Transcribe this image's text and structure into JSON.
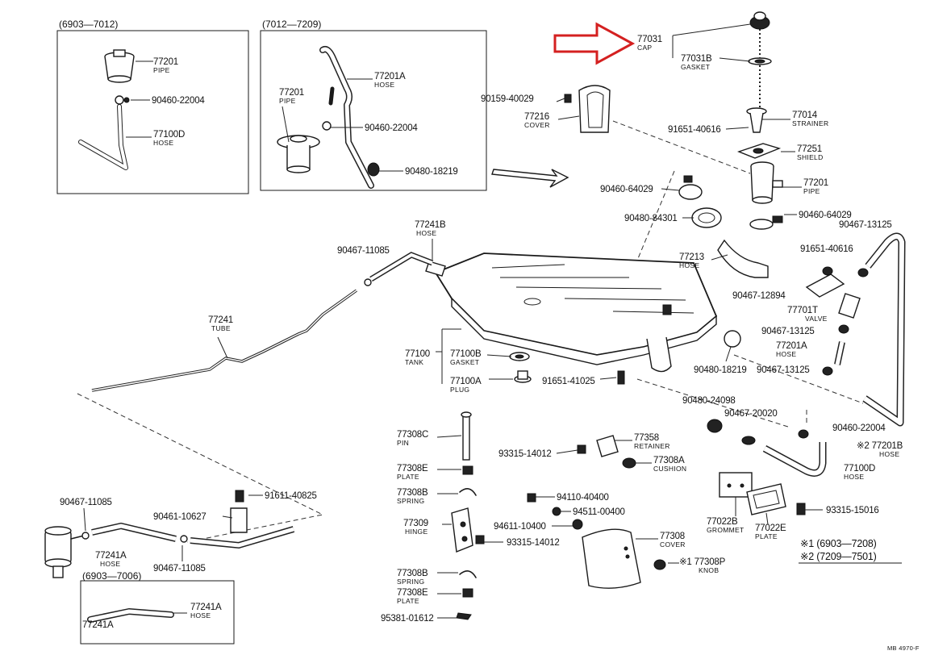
{
  "frames": {
    "box1": "(6903—7012)",
    "box2": "(7012—7209)",
    "box3": "(6903—7006)"
  },
  "labels": {
    "l77031": "77031",
    "s77031": "CAP",
    "l77031b": "77031B",
    "s77031b": "GASKET",
    "l77014": "77014",
    "s77014": "STRAINER",
    "l91651a": "91651-40616",
    "l77251": "77251",
    "s77251": "SHIELD",
    "l77201r": "77201",
    "s77201r": "PIPE",
    "l90159": "90159-40029",
    "l77216": "77216",
    "s77216": "COVER",
    "l77201b1": "77201",
    "s77201b1": "PIPE",
    "l90460b1": "90460-22004",
    "l77100db1": "77100D",
    "s77100db1": "HOSE",
    "l77201b2": "77201",
    "s77201b2": "PIPE",
    "l77201ab2": "77201A",
    "s77201ab2": "HOSE",
    "l90460b2": "90460-22004",
    "l90480b2": "90480-18219",
    "l90460c": "90460-64029",
    "l90480c": "90480-84301",
    "l90460d": "90460-64029",
    "l90467a": "90467-13125",
    "l91651b": "91651-40616",
    "l77213": "77213",
    "s77213": "HOSE",
    "l90467b": "90467-12894",
    "l77701t": "77701T",
    "s77701t": "VALVE",
    "l90467c": "90467-13125",
    "l77201ar": "77201A",
    "s77201ar": "HOSE",
    "l90467d": "90467-13125",
    "l77241b": "77241B",
    "s77241b": "HOSE",
    "l90467e": "90467-11085",
    "l77241": "77241",
    "s77241": "TUBE",
    "l77100": "77100",
    "s77100": "TANK",
    "l77100b": "77100B",
    "s77100b": "GASKET",
    "l77100a": "77100A",
    "s77100a": "PLUG",
    "l91651c": "91651-41025",
    "l90480d": "90480-18219",
    "l90480e": "90480-24098",
    "l90467f": "90467-20020",
    "l90460e": "90460-22004",
    "l77201bx": "※2 77201B",
    "s77201bx": "HOSE",
    "l77100dr": "77100D",
    "s77100dr": "HOSE",
    "l77308c": "77308C",
    "s77308c": "PIN",
    "l77358": "77358",
    "s77358": "RETAINER",
    "l93315a": "93315-14012",
    "l77308a": "77308A",
    "s77308a": "CUSHION",
    "l77308e1": "77308E",
    "s77308e1": "PLATE",
    "l77308b1": "77308B",
    "s77308b1": "SPRING",
    "l94110": "94110-40400",
    "l94511": "94511-00400",
    "l94611": "94611-10400",
    "l77309": "77309",
    "s77309": "HINGE",
    "l93315b": "93315-14012",
    "l77308": "77308",
    "s77308": "COVER",
    "l77308p": "※1 77308P",
    "s77308p": "KNOB",
    "l77308b2": "77308B",
    "s77308b2": "SPRING",
    "l77308e2": "77308E",
    "s77308e2": "PLATE",
    "l95381": "95381-01612",
    "l77022b": "77022B",
    "s77022b": "GROMMET",
    "l77022e": "77022E",
    "s77022e": "PLATE",
    "l93315c": "93315-15016",
    "l91611": "91611-40825",
    "l90467g": "90467-11085",
    "l90461": "90461-10627",
    "l77241a": "77241A",
    "s77241a": "HOSE",
    "l90467h": "90467-11085",
    "l77241ab3": "77241A",
    "s77241ab3": "HOSE"
  },
  "legend": {
    "line1": "※1 (6903—7208)",
    "line2": "※2 (7209—7501)"
  },
  "footer": {
    "code": "MB 4970-F"
  },
  "colors": {
    "ink": "#1a1a1a",
    "highlight_arrow": "#d42020"
  }
}
